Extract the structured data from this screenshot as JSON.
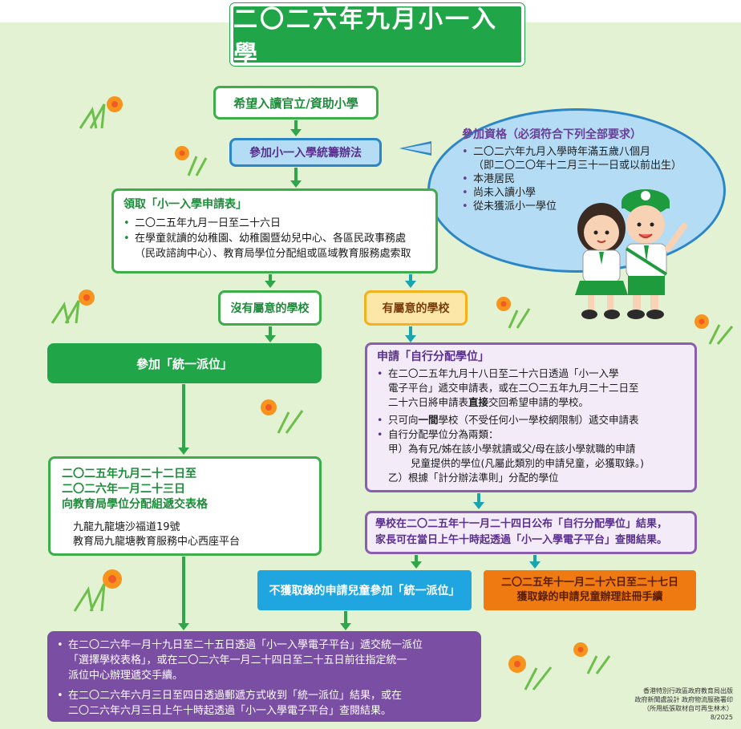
{
  "title": "二〇二六年九月小一入學",
  "step_wish": "希望入讀官立/資助小學",
  "step_join": "參加小一入學統籌辦法",
  "eligibility": {
    "heading": "參加資格（必須符合下列全部要求）",
    "items": [
      "二〇二六年九月入學時年滿五歲八個月",
      "（即二〇二〇年十二月三十一日或以前出生）",
      "本港居民",
      "尚未入讀小學",
      "從未獲派小一學位"
    ]
  },
  "form": {
    "heading": "領取「小一入學申請表」",
    "items": [
      "二〇二五年九月一日至二十六日",
      "在學童就讀的幼稚園、幼稚園暨幼兒中心、各區民政事務處",
      "（民政諮詢中心）、教育局學位分配組或區域教育服務處索取"
    ]
  },
  "no_pref": "沒有屬意的學校",
  "has_pref": "有屬意的學校",
  "central": "參加「統一派位」",
  "dp": {
    "heading": "申請「自行分配學位」",
    "b1_l1": "在二〇二五年九月十八日至二十六日透過「小一入學",
    "b1_l2": "電子平台」遞交申請表，或在二〇二五年九月二十二日至",
    "b1_l3a": "二十六日將申請表",
    "b1_l3b": "直接",
    "b1_l3c": "交回希望申請的學校。",
    "b2a": "只可向",
    "b2b": "一間",
    "b2c": "學校（不受任何小一學校網限制）遞交申請表",
    "b3": "自行分配學位分為兩類：",
    "b3_a1": "甲）為有兄/姊在該小學就讀或父/母在該小學就職的申請",
    "b3_a2": "兒童提供的學位(凡屬此類別的申請兒童，必獲取錄。)",
    "b3_b": "乙）根據「計分辦法準則」分配的學位"
  },
  "submit": {
    "l1": "二〇二五年九月二十二日至",
    "l2": "二〇二六年一月二十三日",
    "l3": "向教育局學位分配組遞交表格",
    "a1": "九龍九龍塘沙福道19號",
    "a2": "教育局九龍塘教育服務中心西座平台"
  },
  "result": {
    "l1": "學校在二〇二五年十一月二十四日公布「自行分配學位」結果，",
    "l2": "家長可在當日上午十時起透過「小一入學電子平台」查閱結果。"
  },
  "not_admitted": "不獲取錄的申請兒童參加「統一派位」",
  "registered": {
    "l1": "二〇二五年十一月二十六日至二十七日",
    "l2": "獲取錄的申請兒童辦理註冊手續"
  },
  "final": {
    "b1_l1": "在二〇二六年一月十九日至二十五日透過「小一入學電子平台」遞交統一派位",
    "b1_l2": "「選擇學校表格」，或在二〇二六年一月二十四日至二十五日前往指定統一",
    "b1_l3": "派位中心辦理遞交手續。",
    "b2_l1": "在二〇二六年六月三日至四日透過郵遞方式收到「統一派位」結果，或在",
    "b2_l2": "二〇二六年六月三日上午十時起透過「小一入學電子平台」查閱結果。"
  },
  "credits": {
    "l1": "香港特別行政區政府教育局出版",
    "l2": "政府新聞處設計 政府物流服務署印",
    "l3": "（所用紙張取材自可再生林木）",
    "l4": "8/2025"
  },
  "bullet": "•",
  "colors": {
    "green": "#20a548",
    "purple": "#7a4ea3",
    "blue": "#2c86c5",
    "orange": "#f07a12",
    "bg": "#e3f2d3"
  }
}
